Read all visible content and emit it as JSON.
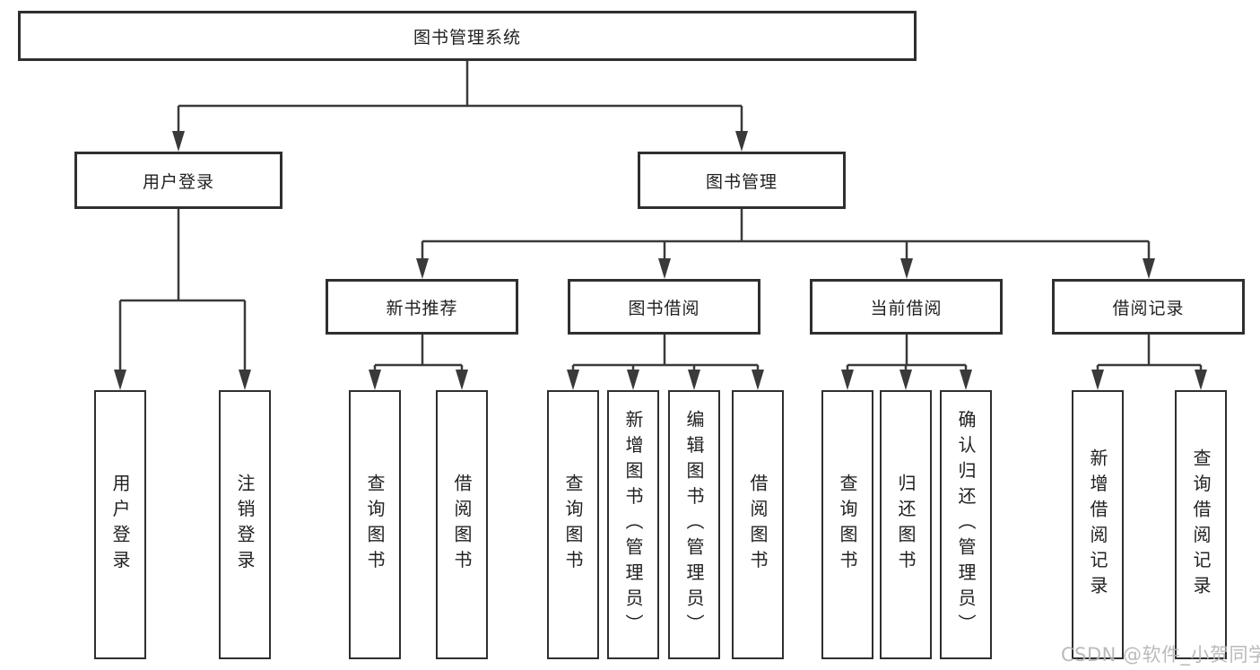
{
  "tree": {
    "root": "图书管理系统",
    "branches": [
      {
        "label": "用户登录",
        "children": [
          "用户登录",
          "注销登录"
        ]
      },
      {
        "label": "图书管理",
        "sections": [
          {
            "label": "新书推荐",
            "children": [
              "查询图书",
              "借阅图书"
            ]
          },
          {
            "label": "图书借阅",
            "children": [
              "查询图书",
              "新增图书（管理员）",
              "编辑图书（管理员）",
              "借阅图书"
            ]
          },
          {
            "label": "当前借阅",
            "children": [
              "查询图书",
              "归还图书",
              "确认归还（管理员）"
            ]
          },
          {
            "label": "借阅记录",
            "children": [
              "新增借阅记录",
              "查询借阅记录"
            ]
          }
        ]
      }
    ]
  },
  "watermark": "CSDN @软件_小贺同学",
  "colors": {
    "line": "#3a3a3a",
    "box_border": "#2f2f2f",
    "text": "#212121",
    "watermark": "#b5b5b5"
  }
}
